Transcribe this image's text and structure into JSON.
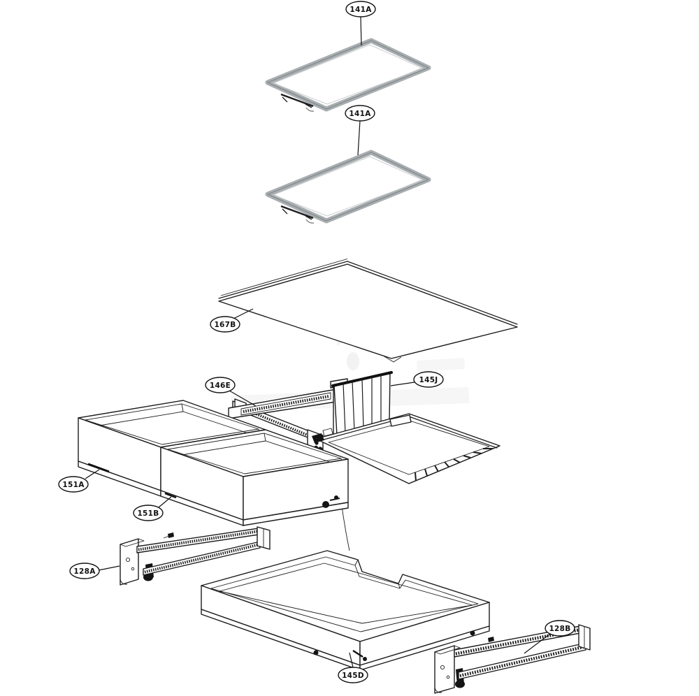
{
  "diagram": {
    "type": "exploded-parts-diagram",
    "labels": [
      {
        "text": "141A"
      },
      {
        "text": "141A"
      },
      {
        "text": "167B"
      },
      {
        "text": "146E"
      },
      {
        "text": "145J"
      },
      {
        "text": "151A"
      },
      {
        "text": "151B"
      },
      {
        "text": "128A"
      },
      {
        "text": "145D"
      },
      {
        "text": "128B"
      }
    ],
    "colors": {
      "line": "#1c1c1c",
      "shelf_frame_gray": "#a9aeb1",
      "shelf_frame_edge": "#82878a",
      "background": "#ffffff",
      "watermark": "#f2f2f2"
    }
  }
}
